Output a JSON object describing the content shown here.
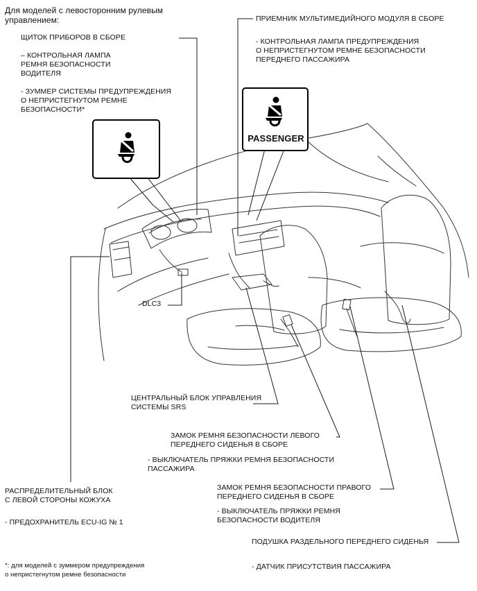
{
  "header": {
    "title": "Для моделей с левосторонним рулевым\nуправлением:"
  },
  "labels": {
    "combination_meter": "ЩИТОК ПРИБОРОВ В СБОРЕ",
    "driver_lamp": "– КОНТРОЛЬНАЯ ЛАМПА\nРЕМНЯ БЕЗОПАСНОСТИ\nВОДИТЕЛЯ",
    "buzzer": "- ЗУММЕР СИСТЕМЫ ПРЕДУПРЕЖДЕНИЯ\nО НЕПРИСТЕГНУТОМ РЕМНЕ\nБЕЗОПАСНОСТИ*",
    "multimedia_receiver": "ПРИЕМНИК МУЛЬТИМЕДИЙНОГО МОДУЛЯ В СБОРЕ",
    "passenger_lamp": "- КОНТРОЛЬНАЯ ЛАМПА ПРЕДУПРЕЖДЕНИЯ\nО НЕПРИСТЕГНУТОМ РЕМНЕ БЕЗОПАСНОСТИ\nПЕРЕДНЕГО ПАССАЖИРА",
    "dlc3": "DLC3",
    "srs_unit": "ЦЕНТРАЛЬНЫЙ БЛОК УПРАВЛЕНИЯ\nСИСТЕМЫ SRS",
    "left_buckle": "ЗАМОК РЕМНЯ БЕЗОПАСНОСТИ ЛЕВОГО\nПЕРЕДНЕГО СИДЕНЬЯ В СБОРЕ",
    "left_buckle_switch": "- ВЫКЛЮЧАТЕЛЬ ПРЯЖКИ РЕМНЯ БЕЗОПАСНОСТИ\nПАССАЖИРА",
    "junction_block": "РАСПРЕДЕЛИТЕЛЬНЫЙ БЛОК\nС ЛЕВОЙ СТОРОНЫ КОЖУХА",
    "fuse": "- ПРЕДОХРАНИТЕЛЬ ECU-IG № 1",
    "right_buckle": "ЗАМОК РЕМНЯ БЕЗОПАСНОСТИ ПРАВОГО\nПЕРЕДНЕГО СИДЕНЬЯ В СБОРЕ",
    "right_buckle_switch": "- ВЫКЛЮЧАТЕЛЬ ПРЯЖКИ РЕМНЯ\nБЕЗОПАСНОСТИ ВОДИТЕЛЯ",
    "seat_cushion": "ПОДУШКА РАЗДЕЛЬНОГО ПЕРЕДНЕГО СИДЕНЬЯ",
    "occupant_sensor": "- ДАТЧИК ПРИСУТСТВИЯ ПАССАЖИРА",
    "footnote": "*: для моделей с зуммером предупреждения\nо непристегнутом ремне безопасности"
  },
  "indicators": {
    "driver_icon": "seatbelt-warning-icon",
    "passenger_icon": "seatbelt-warning-icon",
    "passenger_text": "PASSENGER"
  },
  "colors": {
    "line": "#1a1a1a",
    "drawing": "#333333"
  }
}
